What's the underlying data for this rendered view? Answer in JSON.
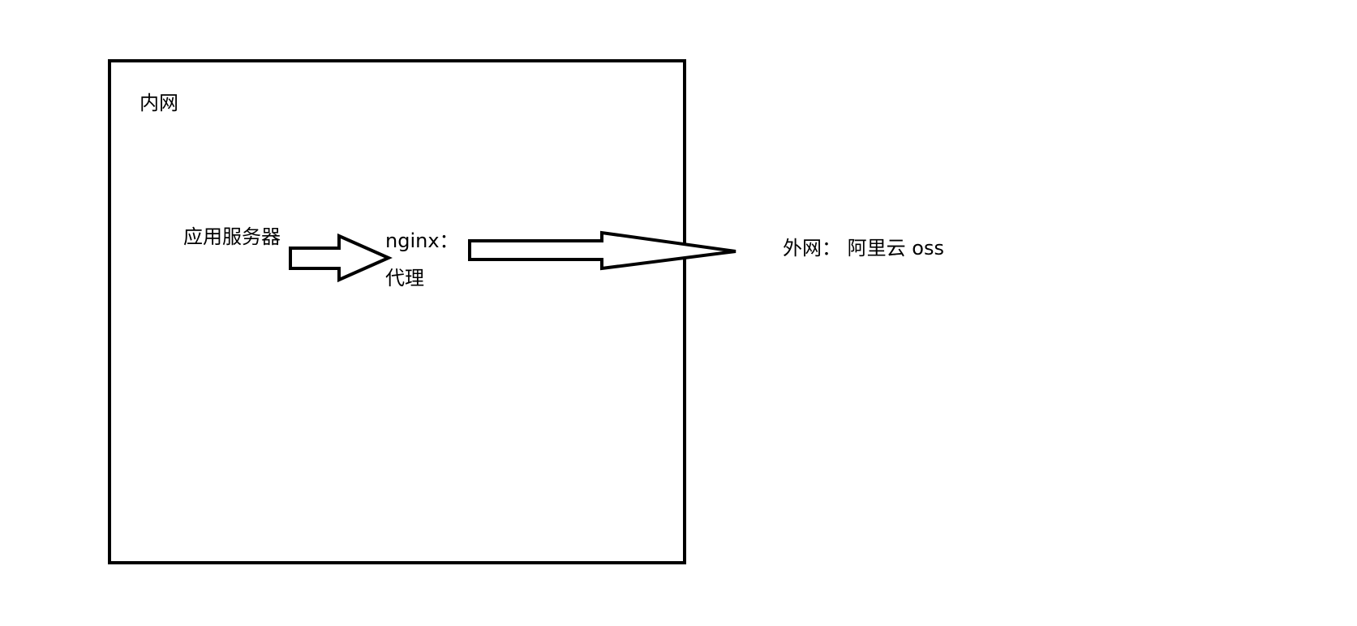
{
  "diagram": {
    "intranet_label": "内网",
    "app_server_label": "应用服务器",
    "nginx_label": "nginx：",
    "nginx_role_label": "代理",
    "internet_label": "外网：  阿里云 oss",
    "stroke_color": "#000000",
    "fill_color": "#ffffff"
  }
}
